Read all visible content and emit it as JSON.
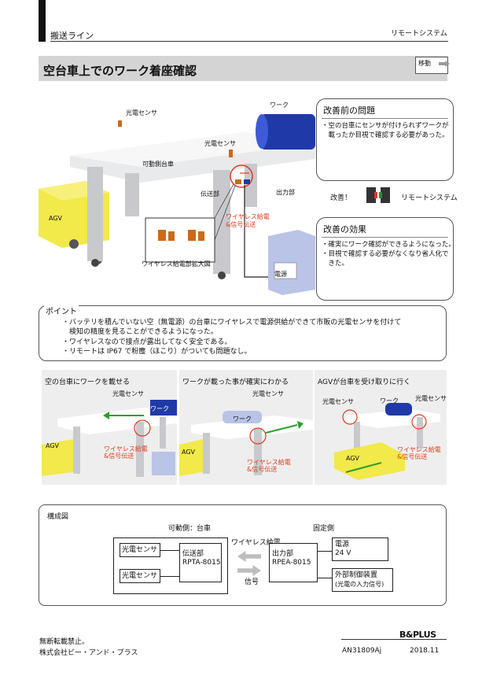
{
  "header": {
    "category": "搬送ライン",
    "system": "リモートシステム"
  },
  "title": {
    "text": "空台車上でのワーク着座確認",
    "tag": "移動"
  },
  "illustration": {
    "sensor_top": "光電センサ",
    "work": "ワーク",
    "sensor_mid": "光電センサ",
    "cart": "可動側台車",
    "transmitter": "伝送部",
    "output": "出力部",
    "agv": "AGV",
    "wireless_line1": "ワイヤレス給電",
    "wireless_line2": "&信号伝送",
    "zoom_label": "ワイヤレス給電部拡大図",
    "power": "電源"
  },
  "before": {
    "heading": "改善前の問題",
    "items": [
      "・空の台車にセンサが付けられずワークが",
      "　載ったか目視で確認する必要があった。"
    ]
  },
  "middle": {
    "kaizen": "改善！",
    "remote": "リモートシステム"
  },
  "after": {
    "heading": "改善の効果",
    "items": [
      "・確実にワーク確認ができるようになった。",
      "・目視で確認する必要がなくなり省人化で",
      "　きた。"
    ]
  },
  "points": {
    "heading": "ポイント",
    "lines": [
      "・バッテリを積んでいない空（無電源）の台車にワイヤレスで電源供給ができて市販の光電センサを付けて",
      "　検知の精度を見ることができるようになった。",
      "・ワイヤレスなので接点が露出してなく安全である。",
      "・リモートは IP67 で粉塵（ほこり）がついても問題なし。"
    ]
  },
  "panels": [
    {
      "heading": "空の台車にワークを載せる",
      "sensor": "光電センサ",
      "work": "ワーク",
      "agv": "AGV",
      "wl1": "ワイヤレス給電",
      "wl2": "&信号伝送"
    },
    {
      "heading": "ワークが載った事が確実にわかる",
      "sensor": "光電センサ",
      "work": "ワーク",
      "agv": "AGV",
      "wl1": "ワイヤレス給電",
      "wl2": "&信号伝送"
    },
    {
      "heading": "AGVが台車を受け取りに行く",
      "sensor_left": "光電センサ",
      "work": "ワーク",
      "sensor_right": "光電センサ",
      "agv": "AGV",
      "wl1": "ワイヤレス給電",
      "wl2": "&信号伝送"
    }
  ],
  "diagram": {
    "heading": "構成図",
    "movable_side": "可動側：台車",
    "fixed_side": "固定側",
    "sensor1": "光電センサ",
    "sensor2": "光電センサ",
    "tx_line1": "伝送部",
    "tx_line2": "RPTA-8015",
    "wireless_power": "ワイヤレス給電",
    "signal": "信号",
    "rx_line1": "出力部",
    "rx_line2": "RPEA-8015",
    "power_line1": "電源",
    "power_line2": "24 V",
    "ext_line1": "外部制御装置",
    "ext_line2": "(光電の入力信号)"
  },
  "footer": {
    "notice": "無断転載禁止。",
    "company": "株式会社ビー・アンド・プラス",
    "logo": "B&PLUS",
    "doc_no": "AN31809Aj",
    "date": "2018.11"
  }
}
